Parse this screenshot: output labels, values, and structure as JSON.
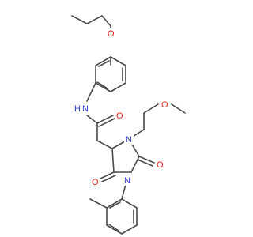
{
  "diagram": {
    "type": "molecule-structure",
    "atom_colors": {
      "O": "#e8221a",
      "N": "#2c3ec8",
      "bond": "#4a4a4a"
    },
    "labels": {
      "ether_O_top": "O",
      "NH": "N",
      "H": "H",
      "amide_O": "O",
      "methoxy_O": "O",
      "ring_N3": "N",
      "ring_N1": "N",
      "carbonyl_O_C2": "O",
      "carbonyl_O_C4": "O"
    }
  }
}
